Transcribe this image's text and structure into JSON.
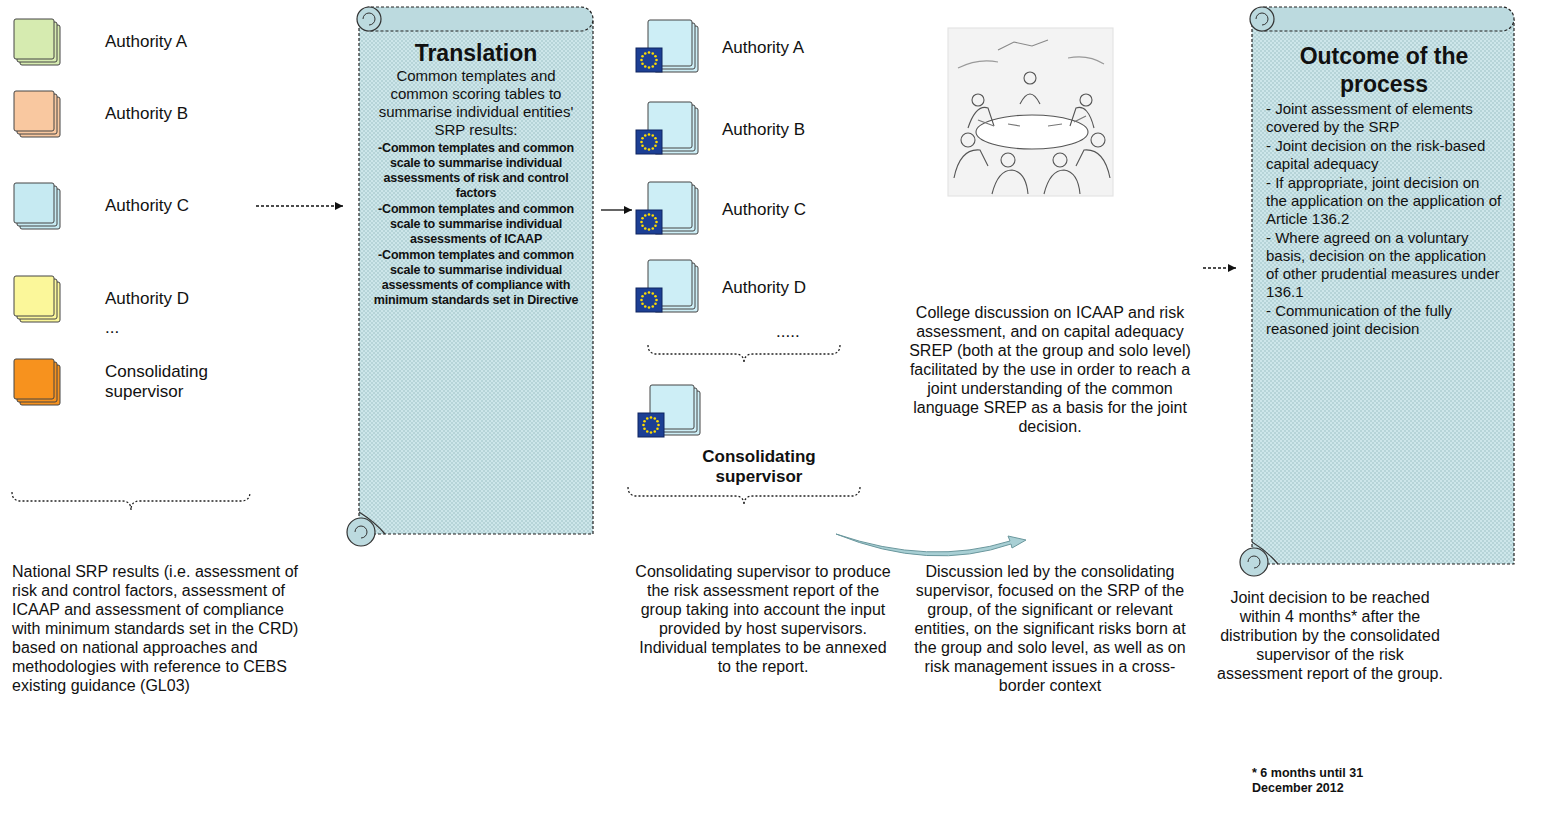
{
  "diagram": {
    "nodes": [
      {
        "text": [
          "Authority A"
        ]
      },
      {
        "text": [
          "Authority B"
        ]
      },
      {
        "text": [
          "Authority C"
        ]
      },
      {
        "text": [
          "Authority D"
        ]
      },
      {
        "text": [
          "Consolidating supervisor"
        ]
      },
      {
        "text": [
          "Translation",
          "Common templates and common scoring tables to summarise individual entities' SRP results:",
          "-Common templates and common scale to summarise individual assessments of risk and control factors",
          "-Common templates and common scale to summarise individual assessments of ICAAP",
          "-Common templates and common scale to summarise individual assessments of compliance with minimum standards set in Directive"
        ]
      },
      {
        "text": [
          "Authority A"
        ]
      },
      {
        "text": [
          "Authority B"
        ]
      },
      {
        "text": [
          "Authority C"
        ]
      },
      {
        "text": [
          "Authority D"
        ]
      },
      {
        "text": [
          "Consolidating supervisor"
        ]
      },
      {
        "text": [
          "Outcome of the process",
          "- Joint assessment of elements covered by the SRP",
          "- Joint decision on the risk-based capital adequacy",
          "- If appropriate, joint decision on the application on the application of Article 136.2",
          "- Where agreed on a voluntary basis, decision on the application of other prudential measures under 136.1",
          "- Communication of the fully reasoned joint decision"
        ]
      }
    ],
    "edges": [
      {
        "from": 2,
        "to": 5,
        "arrow": "to"
      },
      {
        "from": 5,
        "to": 8,
        "arrow": "to"
      }
    ],
    "labels": [
      "...",
      "National SRP results (i.e. assessment of risk and control factors, assessment of ICAAP and assessment of compliance with minimum standards set in the CRD) based on national approaches and methodologies with reference to CEBS existing guidance (GL03)",
      ".....",
      "Consolidating supervisor to produce the risk assessment report of the group taking into account the input provided by host supervisors. Individual templates to be annexed to the report.",
      "College discussion on ICAAP and risk assessment, and on capital adequacy SREP (both at the group and solo level) facilitated by the use in order to reach a joint understanding of the common language SREP as a basis for the joint decision.",
      "Discussion led by the consolidating supervisor, focused on the SRP of the group, of the significant or relevant entities, on the significant risks born at the group and solo level, as well as on risk management issues in a cross-border context",
      "Joint decision to be reached within 4 months* after the distribution by the consolidated supervisor of the risk assessment report of the group.",
      "* 6 months until 31 December 2012"
    ]
  }
}
